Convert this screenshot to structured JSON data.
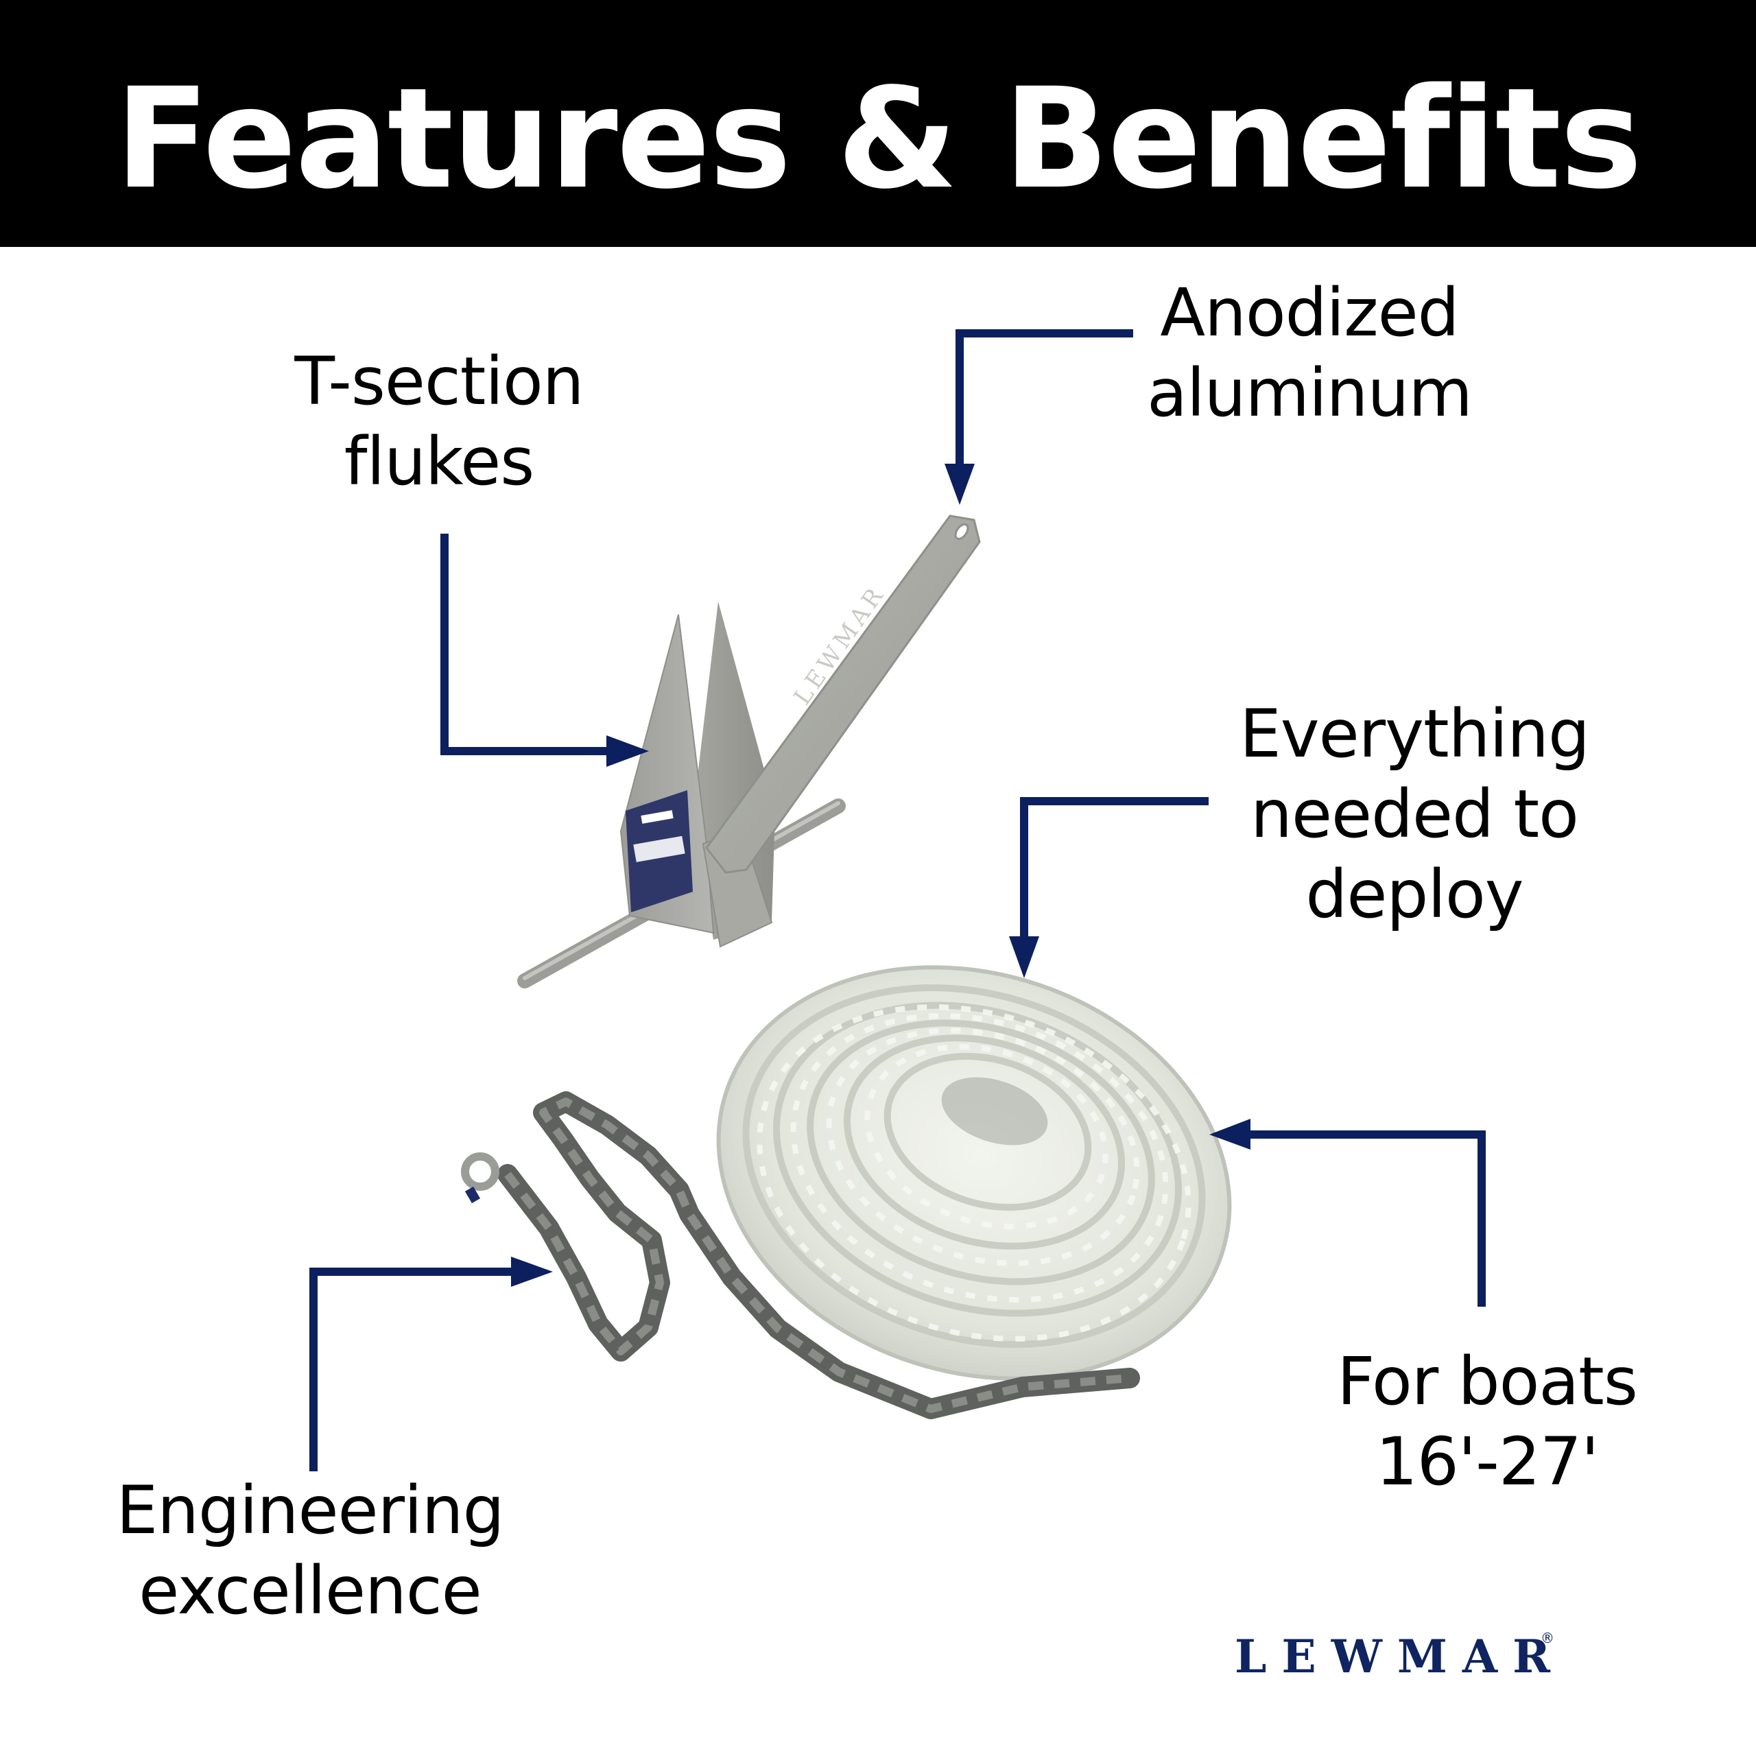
{
  "header": {
    "title": "Features & Benefits",
    "background": "#000000",
    "text_color": "#ffffff"
  },
  "callouts": {
    "t_section": {
      "line1": "T-section",
      "line2": "flukes"
    },
    "anodized": {
      "line1": "Anodized",
      "line2": "aluminum"
    },
    "everything": {
      "line1": "Everything",
      "line2": "needed to",
      "line3": "deploy"
    },
    "boats": {
      "line1": "For boats",
      "line2": "16'-27'"
    },
    "engineering": {
      "line1": "Engineering",
      "line2": "excellence"
    }
  },
  "arrow_color": "#0c1f5e",
  "product": {
    "items": [
      "fluke anchor",
      "nylon rope coil",
      "galvanized chain",
      "shackle"
    ],
    "anchor_color": "#a7a8a2",
    "rope_color": "#e6e9e0",
    "chain_color": "#6d6f6c",
    "label_color": "#2f3768"
  },
  "brand": {
    "name": "LEWMAR",
    "registered": "®",
    "color": "#0f2460"
  }
}
